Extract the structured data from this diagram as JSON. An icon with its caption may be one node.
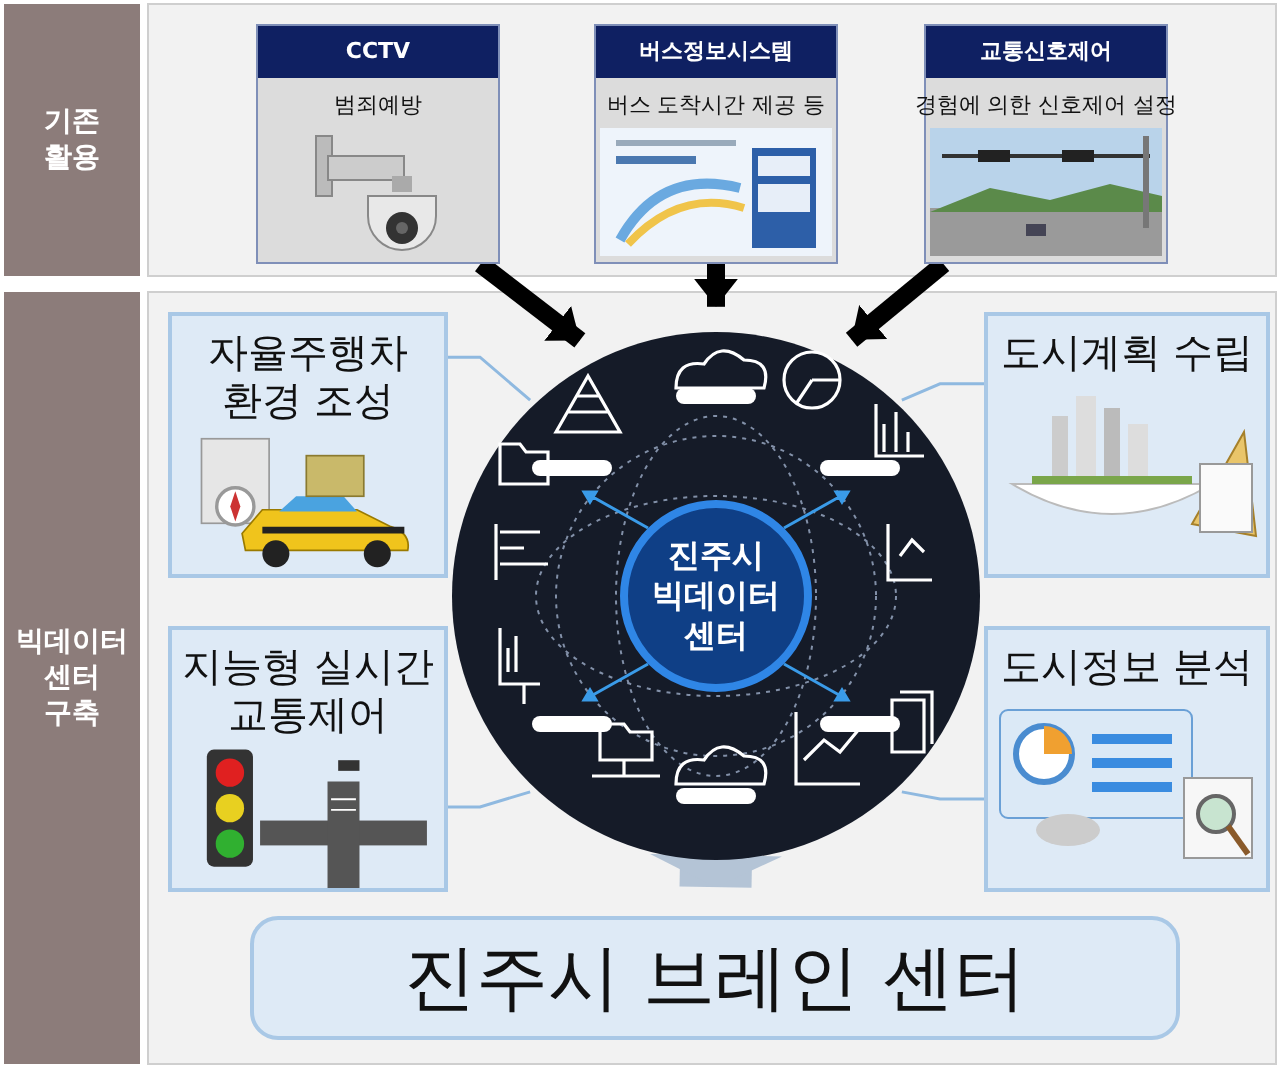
{
  "diagram": {
    "nodes": [
      {
        "text": [
          "기존 활용"
        ]
      },
      {
        "text": [
          "빅데이터 센터 구축"
        ]
      },
      {
        "text": [
          "CCTV",
          "범죄예방"
        ]
      },
      {
        "text": [
          "버스정보시스템",
          "버스 도착시간 제공 등"
        ]
      },
      {
        "text": [
          "교통신호제어",
          "경험에 의한 신호제어 설정"
        ]
      },
      {
        "text": [
          "진주시 빅데이터 센터"
        ]
      },
      {
        "text": [
          "자율주행차 환경 조성"
        ]
      },
      {
        "text": [
          "도시계획 수립"
        ]
      },
      {
        "text": [
          "지능형 실시간 교통제어"
        ]
      },
      {
        "text": [
          "도시정보 분석"
        ]
      },
      {
        "text": [
          "진주시 브레인 센터"
        ]
      }
    ],
    "edges": [
      {
        "from": 2,
        "to": 5,
        "arrow": "to",
        "style": "thick",
        "color": "#000000"
      },
      {
        "from": 3,
        "to": 5,
        "arrow": "to",
        "style": "thick",
        "color": "#000000"
      },
      {
        "from": 4,
        "to": 5,
        "arrow": "to",
        "style": "thick",
        "color": "#000000"
      },
      {
        "from": 6,
        "to": 5,
        "arrow": "none",
        "color": "#8fb9e0"
      },
      {
        "from": 7,
        "to": 5,
        "arrow": "none",
        "color": "#8fb9e0"
      },
      {
        "from": 8,
        "to": 5,
        "arrow": "none",
        "color": "#8fb9e0"
      },
      {
        "from": 9,
        "to": 5,
        "arrow": "none",
        "color": "#8fb9e0"
      },
      {
        "from": 5,
        "to": 10,
        "arrow": "to",
        "style": "thick",
        "color": "#b4c4d6"
      }
    ]
  }
}
